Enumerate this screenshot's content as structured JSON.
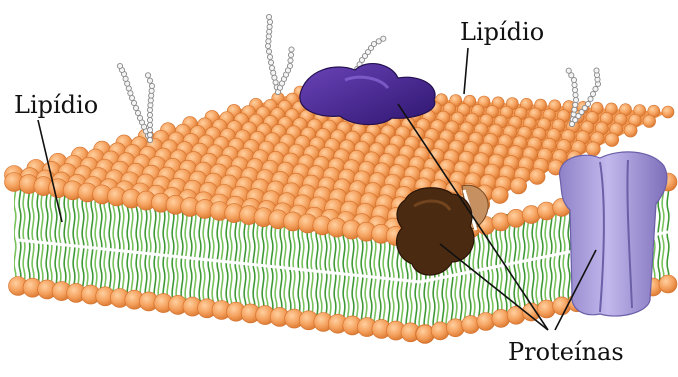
{
  "labels": {
    "lipid_left": "Lipídio",
    "lipid_right": "Lipídio",
    "proteins": "Proteínas"
  },
  "colors": {
    "background": "#ffffff",
    "head_fill": "#f5a25f",
    "head_stroke": "#d36f2a",
    "tail_green": "#3f9a35",
    "tail_light": "#78c25c",
    "protein_purple": "#4b2a8c",
    "protein_brown": "#4a2a10",
    "protein_tan": "#c69060",
    "channel_lavender": "#a79ad6",
    "glyco_chain": "#8a8a8a",
    "leader_line": "#111111"
  },
  "icons": {
    "glycolipid_chain": "glycolipid-chain-icon",
    "peripheral_protein": "peripheral-protein-icon",
    "integral_protein": "integral-protein-icon",
    "channel_protein": "channel-protein-icon"
  }
}
